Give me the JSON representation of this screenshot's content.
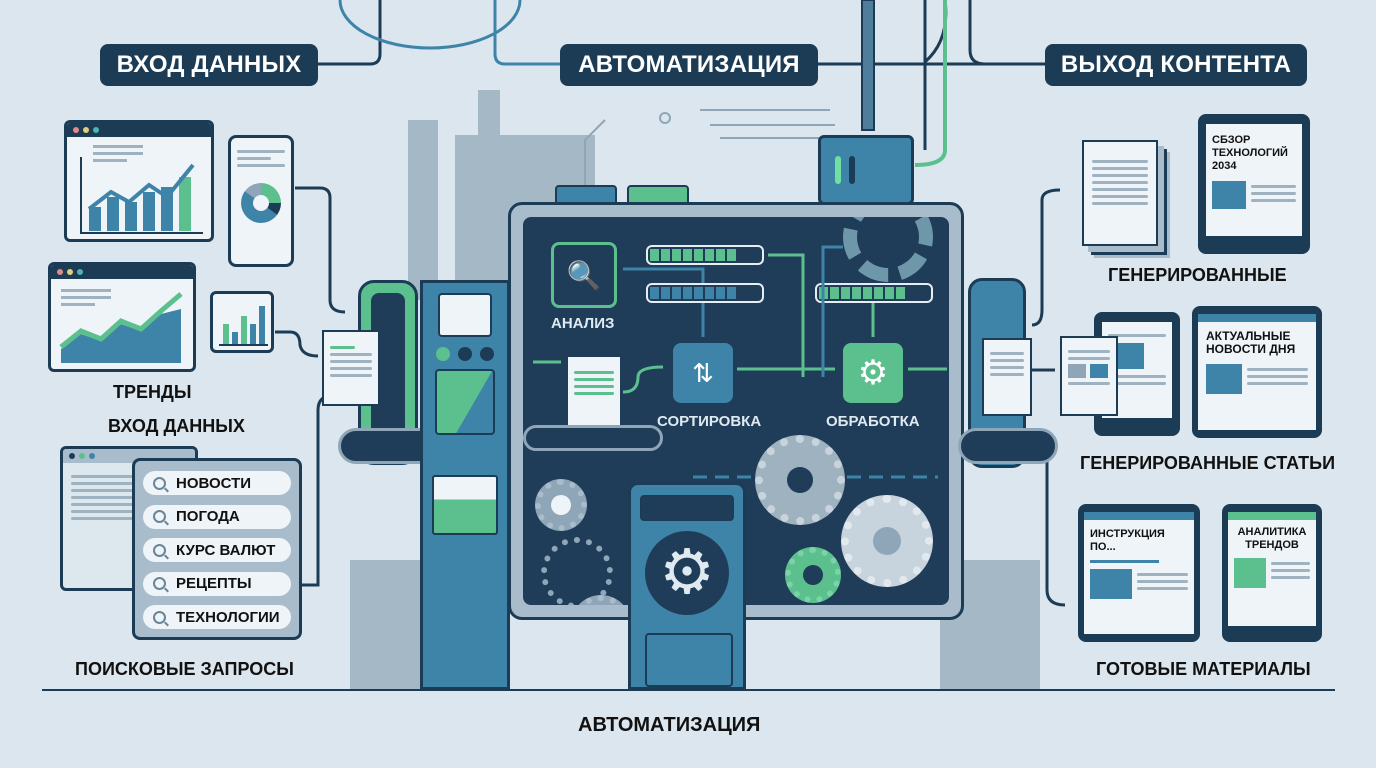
{
  "headers": {
    "input": "ВХОД ДАННЫХ",
    "automation": "АВТОМАТИЗАЦИЯ",
    "output": "ВЫХОД КОНТЕНТА"
  },
  "left": {
    "trends_label": "ТРЕНДЫ",
    "input_label": "ВХОД ДАННЫХ",
    "search_queries_label": "ПОИСКОВЫЕ ЗАПРОСЫ",
    "search_items": [
      "НОВОСТИ",
      "ПОГОДА",
      "КУРС ВАЛЮТ",
      "РЕЦЕПТЫ",
      "ТЕХНОЛОГИИ"
    ]
  },
  "machine": {
    "analysis_label": "АНАЛИЗ",
    "sorting_label": "СОРТИРОВКА",
    "processing_label": "ОБРАБОТКА"
  },
  "right": {
    "generated_label": "ГЕНЕРИРОВАННЫЕ",
    "generated_articles_label": "ГЕНЕРИРОВАННЫЕ СТАТЬИ",
    "ready_materials_label": "ГОТОВЫЕ МАТЕРИАЛЫ",
    "tablet_review_title": "СБЗОР ТЕХНОЛОГИЙ 2034",
    "tablet_news_title": "АКТУАЛЬНЫЕ НОВОСТИ ДНЯ",
    "tablet_instructions_title": "ИНСТРУКЦИЯ ПО...",
    "tablet_analytics_title": "АНАЛИТИКА ТРЕНДОВ"
  },
  "footer": {
    "caption": "АВТОМАТИЗАЦИЯ"
  },
  "colors": {
    "background": "#dce6ee",
    "navy": "#1c3c56",
    "teal": "#3e84a8",
    "green": "#5cc08e",
    "gray": "#a8bccb"
  }
}
